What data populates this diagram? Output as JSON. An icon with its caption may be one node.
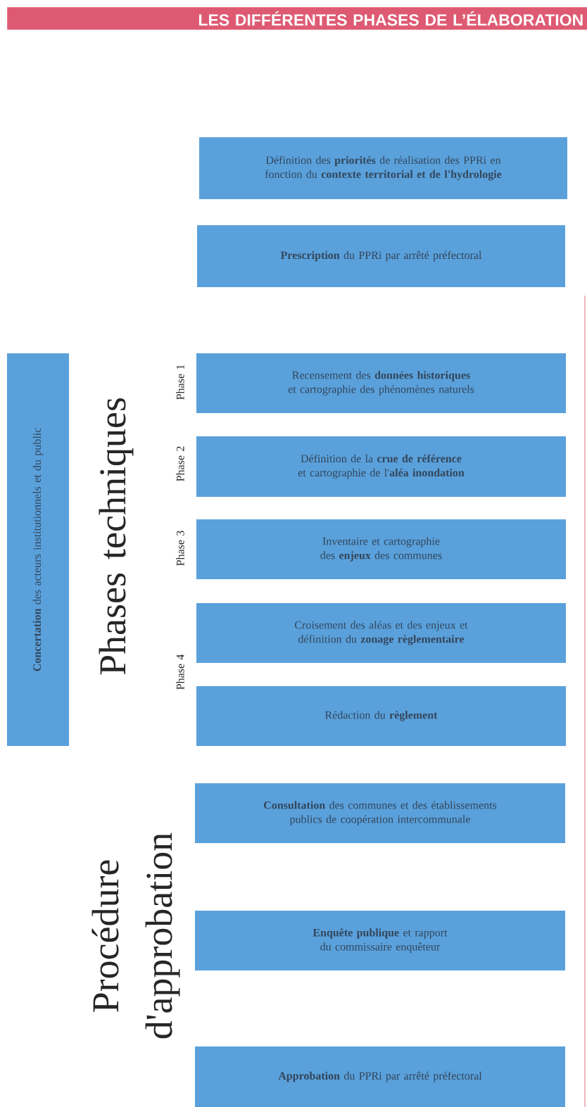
{
  "diagram": {
    "title": "LES DIFFÉRENTES PHASES DE L’ÉLABORATION",
    "nodes": [
      {
        "text": [
          "Définition des **priorités** de réalisation des PPRi en fonction du **contexte territorial et de l'hydrologie**"
        ]
      },
      {
        "text": [
          "**Prescription** du PPRi par arrêté préfectoral"
        ]
      },
      {
        "text": [
          "**Concertation** des acteurs institutionnels et du public"
        ]
      },
      {
        "text": [
          "Recensement des **données historiques** et cartographie des phénomènes naturels"
        ]
      },
      {
        "text": [
          "Définition de la **crue de référence** et cartographie de l'**aléa inondation**"
        ]
      },
      {
        "text": [
          "Inventaire et cartographie des **enjeux** des communes"
        ]
      },
      {
        "text": [
          "Croisement des aléas et des enjeux et définition du **zonage règlementaire**"
        ]
      },
      {
        "text": [
          "Rédaction du **règlement**"
        ]
      },
      {
        "text": [
          "**Consultation** des communes et des établissements publics de coopération intercommunale"
        ]
      },
      {
        "text": [
          "**Enquête publique** et rapport du commissaire enquêteur"
        ]
      },
      {
        "text": [
          "**Approbation** du PPRi par arrêté préfectoral"
        ]
      }
    ],
    "labels": [
      "Phases techniques",
      "Phase 1",
      "Phase 2",
      "Phase 3",
      "Phase 4",
      "Procédure d'approbation"
    ]
  }
}
